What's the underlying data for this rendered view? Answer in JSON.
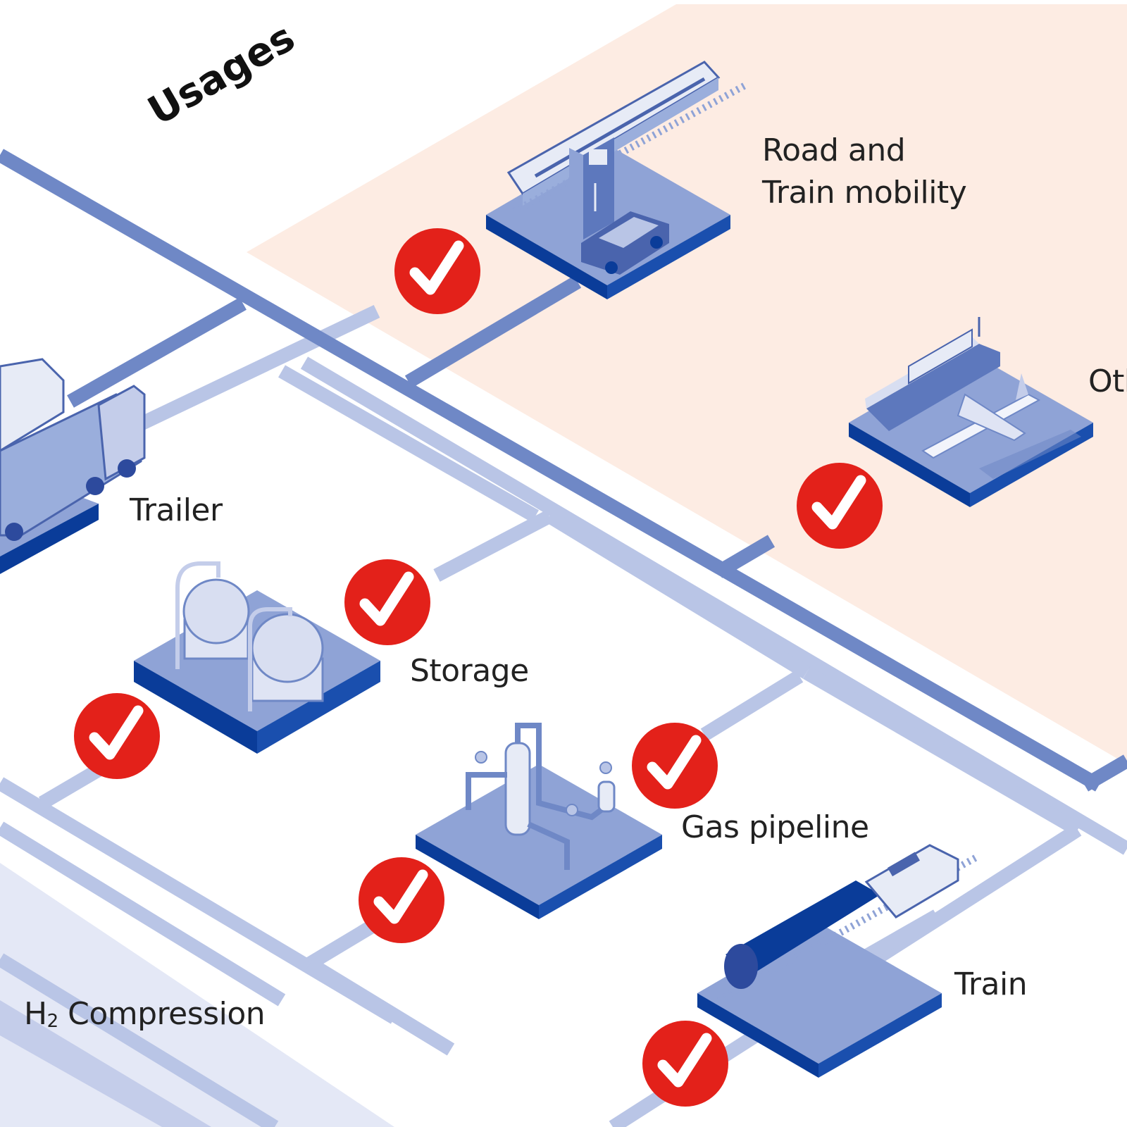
{
  "title": "Usages",
  "labels": {
    "road_train_line1": "Road and",
    "road_train_line2": "Train mobility",
    "other": "Oth",
    "trailer": "Trailer",
    "storage": "Storage",
    "gas_pipeline": "Gas pipeline",
    "train": "Train",
    "h2_prefix": "H",
    "h2_sub": "2",
    "h2_rest": " Compression"
  },
  "colors": {
    "pipe_dark": "#6f88c6",
    "pipe_light": "#b9c5e6",
    "usage_zone": "#fdece3",
    "compression_zone": "#e4e8f6",
    "platform_top": "#8fa3d6",
    "platform_side": "#0a3c99",
    "check_red": "#e3211a",
    "text": "#222222"
  },
  "icons": [
    "check-icon",
    "train-icon",
    "fuel-pump-icon",
    "car-icon",
    "ship-icon",
    "airplane-icon",
    "tanker-truck-icon",
    "storage-tank-icon",
    "pipeline-valve-icon",
    "tank-train-icon"
  ]
}
